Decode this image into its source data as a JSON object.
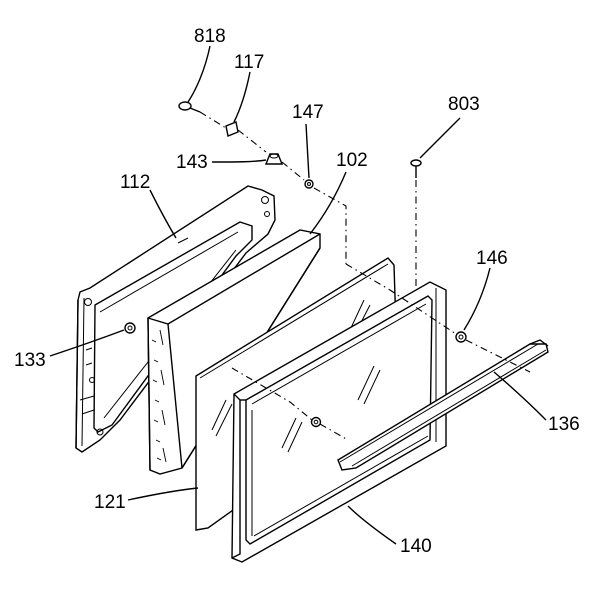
{
  "labels": {
    "p818": "818",
    "p117": "117",
    "p147": "147",
    "p143": "143",
    "p102": "102",
    "p803": "803",
    "p112": "112",
    "p146": "146",
    "p133": "133",
    "p136": "136",
    "p121": "121",
    "p140": "140"
  }
}
